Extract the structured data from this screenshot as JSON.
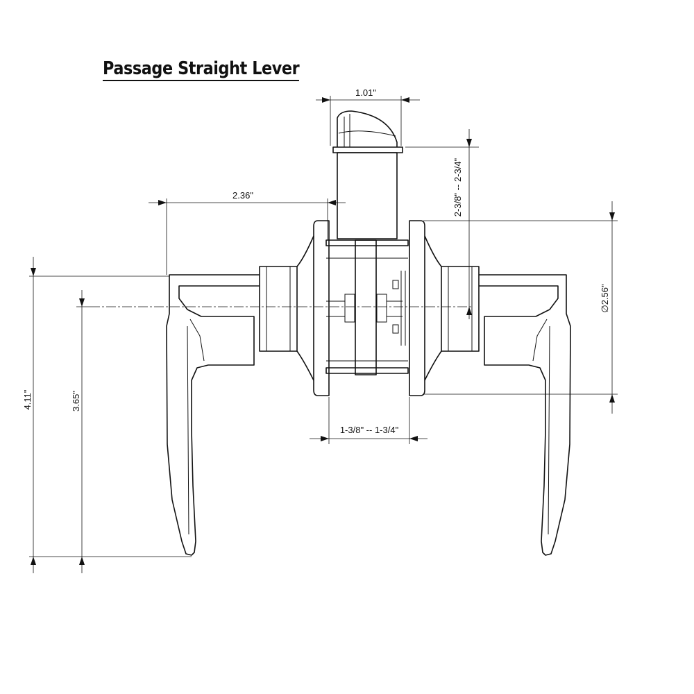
{
  "title": "Passage Straight Lever",
  "dimensions": {
    "latch_width": "1.01\"",
    "backset": "2-3/8\" -- 2-3/4\"",
    "lever_reach": "2.36\"",
    "rose_diameter": "∅2.56\"",
    "overall_height": "4.11\"",
    "lever_height": "3.65\"",
    "door_thickness": "1-3/8\" -- 1-3/4\""
  }
}
